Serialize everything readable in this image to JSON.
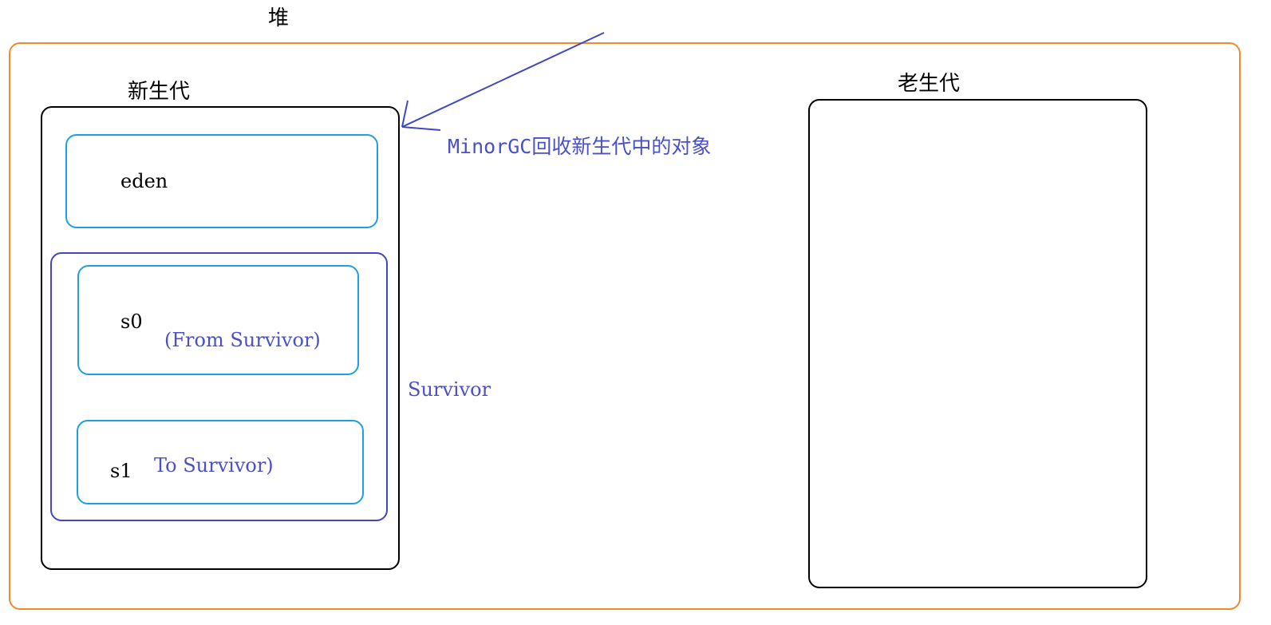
{
  "heap": {
    "title": "堆"
  },
  "young_gen": {
    "title": "新生代",
    "eden": {
      "label": "eden"
    },
    "survivor": {
      "label": "Survivor",
      "s0": {
        "label": "s0",
        "sublabel": "(From Survivor)"
      },
      "s1": {
        "label": "s1",
        "sublabel": "To Survivor)"
      }
    }
  },
  "old_gen": {
    "title": "老生代"
  },
  "annotation": {
    "text": "MinorGC回收新生代中的对象"
  },
  "colors": {
    "heap_border": "#f28a2a",
    "generation_border": "#000000",
    "region_border": "#1ea0e0",
    "survivor_border": "#4048c0",
    "annotation": "#4a50c8"
  }
}
